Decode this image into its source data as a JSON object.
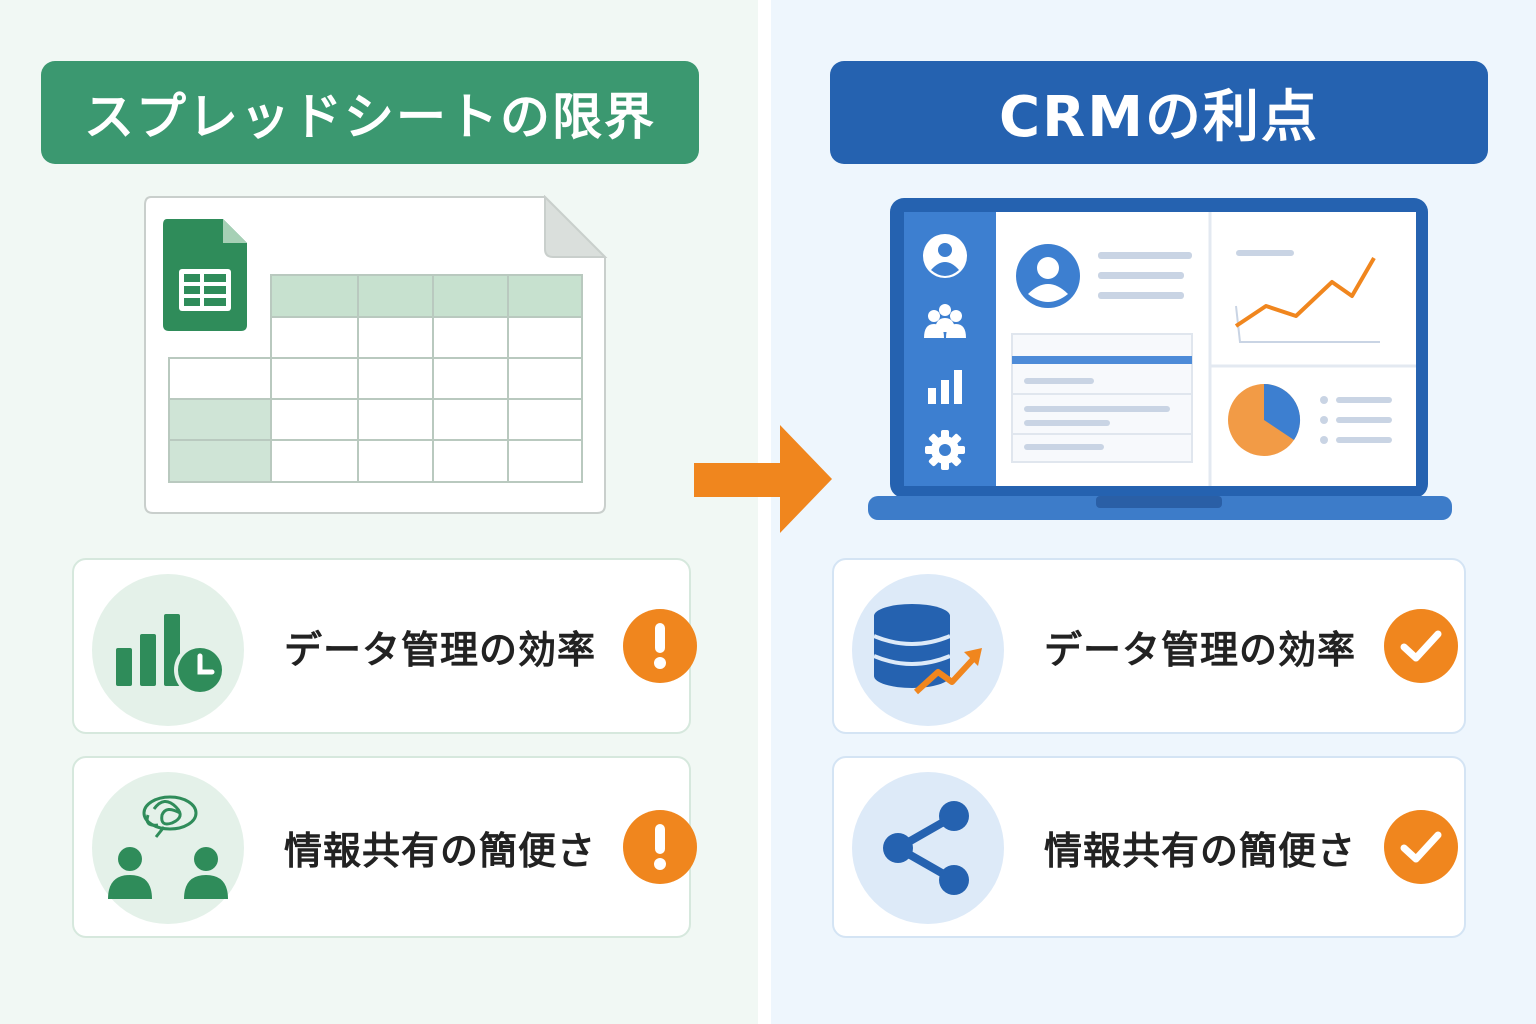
{
  "left": {
    "title": "スプレッドシートの限界",
    "items": [
      {
        "label": "データ管理の効率",
        "icon": "bar-chart-clock-icon",
        "status": "warning-icon"
      },
      {
        "label": "情報共有の簡便さ",
        "icon": "confused-people-icon",
        "status": "warning-icon"
      }
    ]
  },
  "right": {
    "title": "CRMの利点",
    "items": [
      {
        "label": "データ管理の効率",
        "icon": "database-growth-icon",
        "status": "check-icon"
      },
      {
        "label": "情報共有の簡便さ",
        "icon": "share-icon",
        "status": "check-icon"
      }
    ]
  },
  "colors": {
    "green": "#3b9870",
    "blue": "#2562b0",
    "orange": "#f0861e"
  }
}
